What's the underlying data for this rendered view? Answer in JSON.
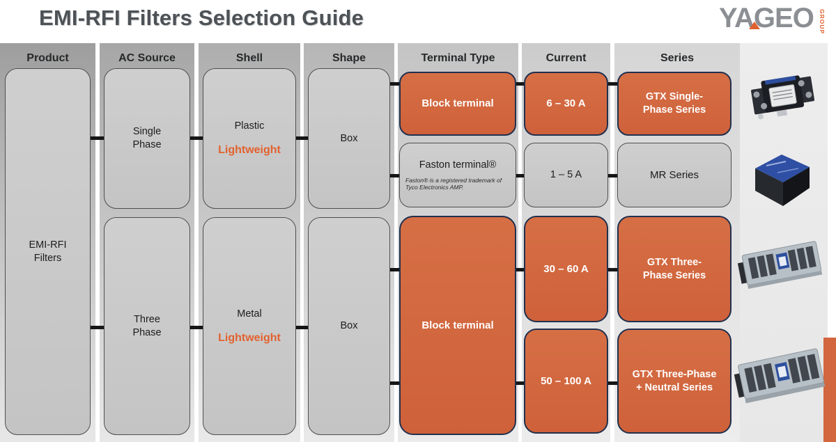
{
  "header": {
    "title": "EMI-RFI Filters Selection Guide",
    "logo_brand": "YAGEO",
    "logo_group": "GROUP"
  },
  "columns": {
    "product": {
      "header": "Product"
    },
    "ac_source": {
      "header": "AC Source"
    },
    "shell": {
      "header": "Shell"
    },
    "shape": {
      "header": "Shape"
    },
    "terminal_type": {
      "header": "Terminal Type"
    },
    "current": {
      "header": "Current"
    },
    "series": {
      "header": "Series"
    }
  },
  "nodes": {
    "product_emi": "EMI-RFI Filters",
    "ac_single": "Single Phase",
    "ac_three": "Three Phase",
    "shell_plastic_material": "Plastic",
    "shell_plastic_feature": "Lightweight",
    "shell_metal_material": "Metal",
    "shell_metal_feature": "Lightweight",
    "shape_box_top": "Box",
    "shape_box_bottom": "Box",
    "terminal_block_top": "Block terminal",
    "terminal_faston": "Faston terminal®",
    "terminal_faston_note": "Faston® is a registered trademark of Tyco Electronics AMP.",
    "terminal_block_bottom": "Block terminal",
    "current_6_30": "6 – 30 A",
    "current_1_5": "1 – 5 A",
    "current_30_60": "30 – 60 A",
    "current_50_100": "50 – 100 A",
    "series_gtx_single": "GTX Single-Phase Series",
    "series_mr": "MR Series",
    "series_gtx_three": "GTX Three-Phase Series",
    "series_gtx_three_neutral": "GTX Three-Phase + Neutral Series"
  },
  "photos": {
    "top": "single-phase-block-terminal-filter",
    "second": "mr-series-cube-filter",
    "third": "gtx-three-phase-chassis-filter",
    "bottom": "gtx-three-phase-neutral-chassis-filter"
  },
  "colors": {
    "accent_orange": "#D2663E",
    "orange_card_border": "#20304E",
    "gray_card": "#C9C9C9",
    "gray_card_border": "#4E4E4E",
    "highlight_text": "#E2622F",
    "title_text": "#4D5257",
    "connector": "#161616"
  }
}
